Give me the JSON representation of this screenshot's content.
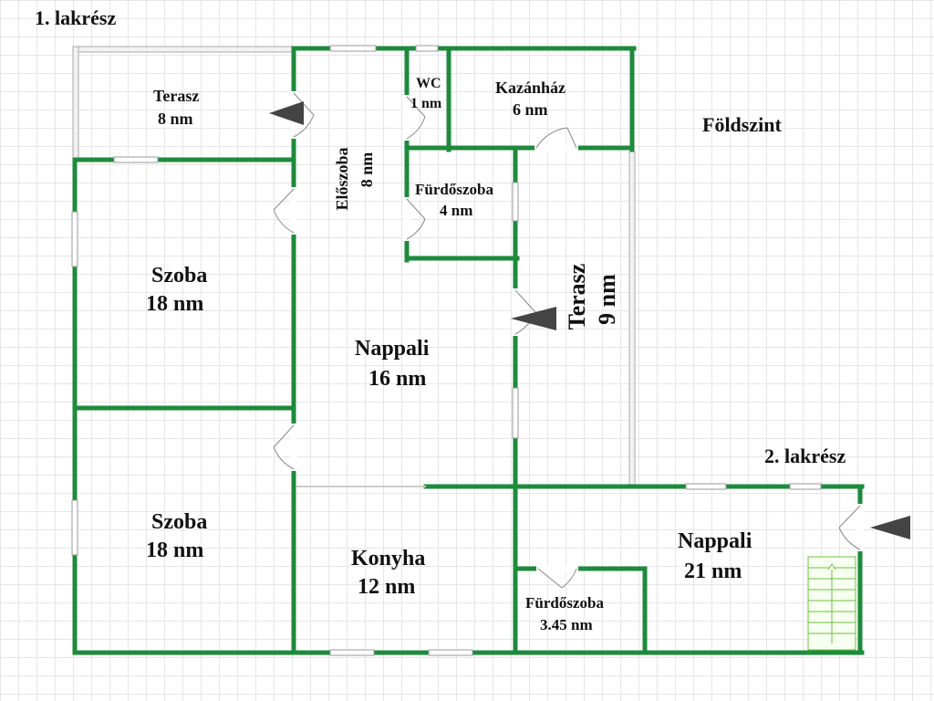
{
  "plan": {
    "unit_1_title": "1. lakrész",
    "unit_2_title": "2. lakrész",
    "floor_label": "Földszint",
    "colors": {
      "wall": "#1e8a3c",
      "wall_border": "#0d5a22",
      "arrow": "#444444",
      "stairs": "#7fd04a"
    },
    "rooms": {
      "terasz_top": {
        "name": "Terasz",
        "area": "8 nm"
      },
      "eloszoba": {
        "name": "Előszoba",
        "area": "8 nm"
      },
      "wc": {
        "name": "WC",
        "area": "1 nm"
      },
      "kazanhaz": {
        "name": "Kazánház",
        "area": "6 nm"
      },
      "furdoszoba_1": {
        "name": "Fürdőszoba",
        "area": "4 nm"
      },
      "szoba_1": {
        "name": "Szoba",
        "area": "18 nm"
      },
      "nappali_1": {
        "name": "Nappali",
        "area": "16 nm"
      },
      "terasz_right": {
        "name": "Terasz",
        "area": "9 nm"
      },
      "szoba_2": {
        "name": "Szoba",
        "area": "18 nm"
      },
      "konyha": {
        "name": "Konyha",
        "area": "12 nm"
      },
      "nappali_2": {
        "name": "Nappali",
        "area": "21 nm"
      },
      "furdoszoba_2": {
        "name": "Fürdőszoba",
        "area": "3.45 nm"
      }
    }
  }
}
